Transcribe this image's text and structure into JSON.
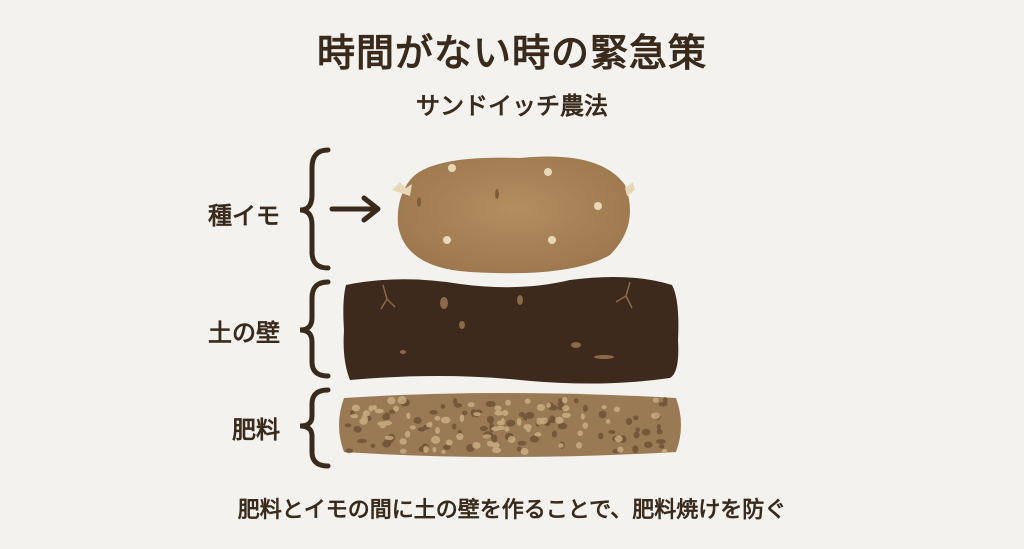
{
  "title": "時間がない時の緊急策",
  "subtitle": "サンドイッチ農法",
  "layers": [
    {
      "label": "種イモ",
      "icon": "seed-potato"
    },
    {
      "label": "土の壁",
      "icon": "soil-wall"
    },
    {
      "label": "肥料",
      "icon": "fertilizer"
    }
  ],
  "footer": "肥料とイモの間に土の壁を作ることで、肥料焼けを防ぐ",
  "colors": {
    "text": "#3a2a1c",
    "potato": "#a9845a",
    "soil": "#3d2a1c",
    "fertilizer": "#9a7a55",
    "background": "#f3f2ee"
  }
}
